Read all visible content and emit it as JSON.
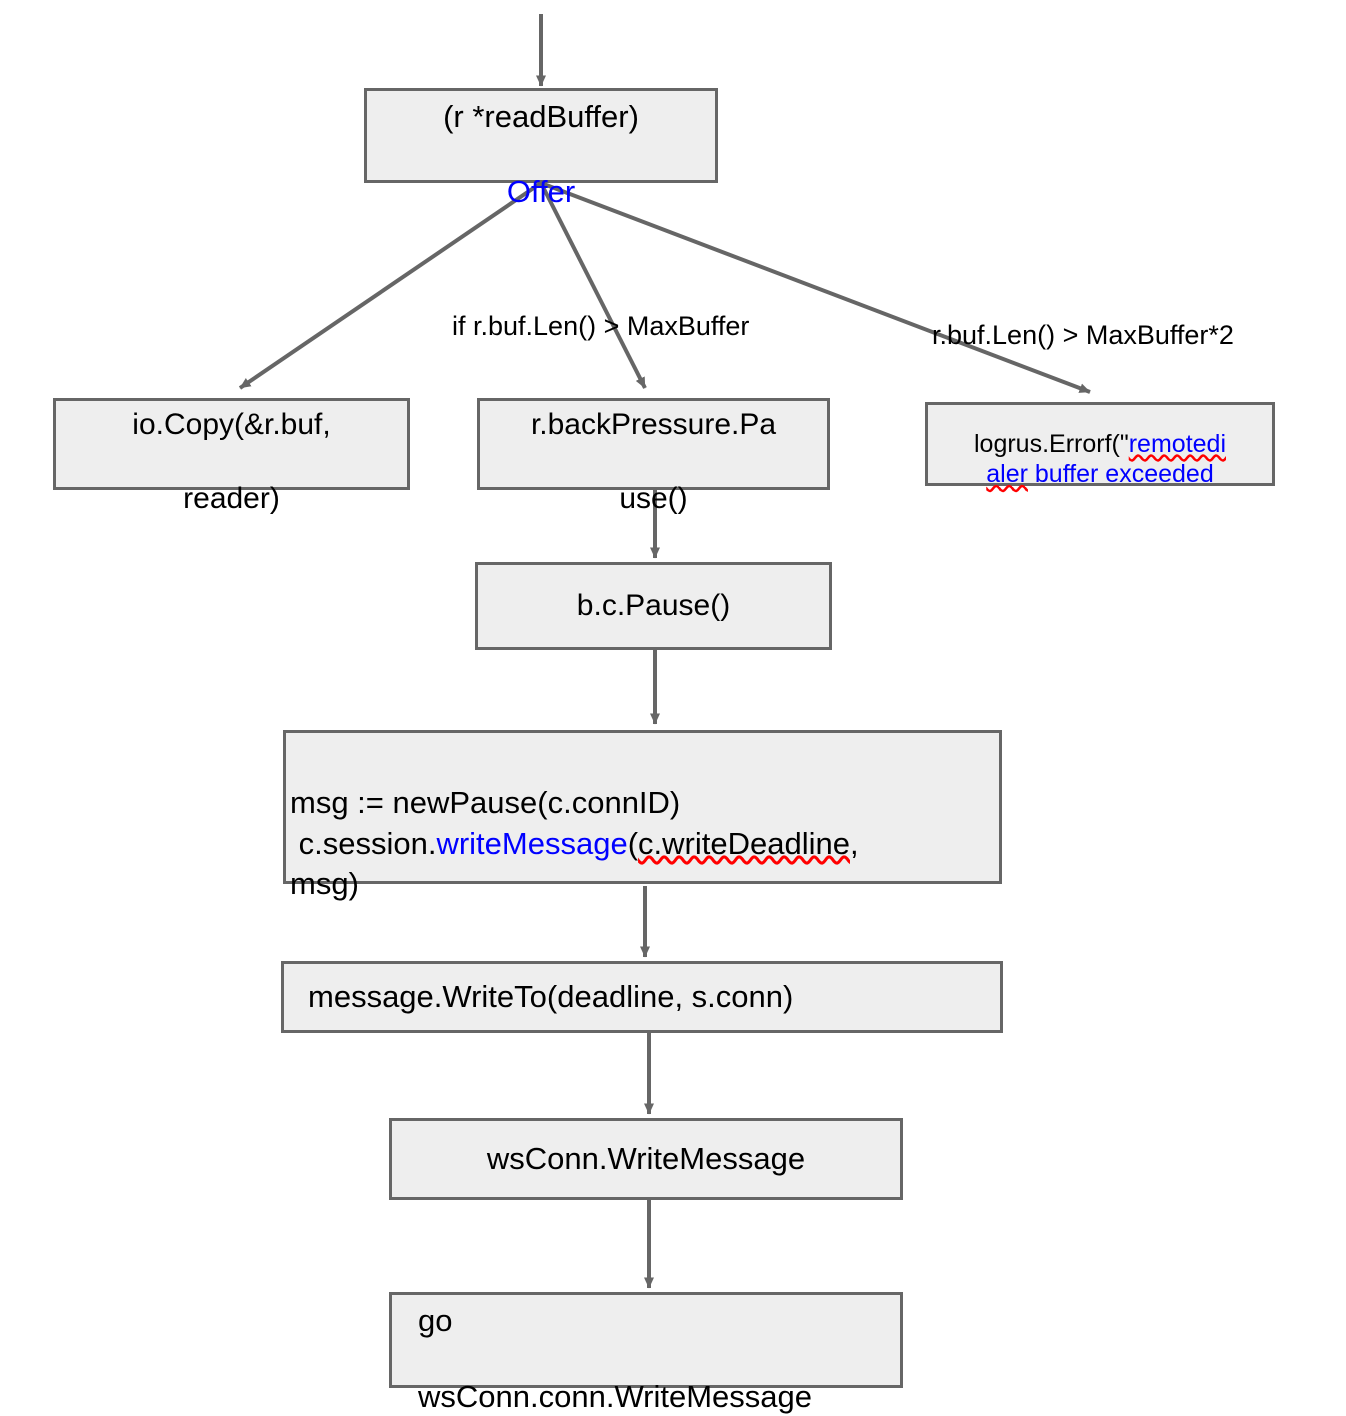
{
  "diagram": {
    "type": "flowchart",
    "title": "readBuffer Offer backpressure flow",
    "colors": {
      "node_fill": "#eeeeee",
      "node_border": "#666666",
      "edge_stroke": "#666666",
      "text": "#000000",
      "accent_blue": "#0000ff",
      "spellcheck_red": "#ff0000",
      "background": "#ffffff"
    },
    "nodes": [
      {
        "id": "offer",
        "name": "offer-node",
        "lines": [
          {
            "text": "(r *readBuffer)",
            "color": "black"
          },
          {
            "text": "Offer",
            "color": "blue"
          }
        ]
      },
      {
        "id": "iocopy",
        "name": "io-copy-node",
        "lines": [
          {
            "text": "io.Copy(&r.buf,",
            "color": "black"
          },
          {
            "text": "reader)",
            "color": "black"
          }
        ]
      },
      {
        "id": "backpressure",
        "name": "back-pressure-pause-node",
        "lines": [
          {
            "text": "r.backPressure.Pa",
            "color": "black"
          },
          {
            "text": "use()",
            "color": "black"
          }
        ]
      },
      {
        "id": "logrus",
        "name": "logrus-errorf-node",
        "lines": [
          {
            "text": "logrus.Errorf(\"remotedi",
            "color": "mixed"
          },
          {
            "text": "aler buffer exceeded",
            "color": "blue"
          }
        ],
        "segments": [
          {
            "text": "logrus.Errorf(\"",
            "color": "black",
            "squiggle": false
          },
          {
            "text": "remotedi",
            "color": "blue",
            "squiggle": true
          },
          {
            "text": "\n",
            "color": "black",
            "squiggle": false
          },
          {
            "text": "aler",
            "color": "blue",
            "squiggle": true
          },
          {
            "text": " buffer exceeded",
            "color": "blue",
            "squiggle": false
          }
        ]
      },
      {
        "id": "bcpause",
        "name": "b-c-pause-node",
        "lines": [
          {
            "text": "b.c.Pause()",
            "color": "black"
          }
        ]
      },
      {
        "id": "writemessage",
        "name": "write-message-node",
        "segments": [
          {
            "text": "msg := newPause(c.connID)",
            "color": "black",
            "squiggle": false
          },
          {
            "text": "\n c.session.",
            "color": "black",
            "squiggle": false
          },
          {
            "text": "writeMessage",
            "color": "blue",
            "squiggle": false
          },
          {
            "text": "(",
            "color": "black",
            "squiggle": false
          },
          {
            "text": "c.writeDeadline",
            "color": "black",
            "squiggle": true
          },
          {
            "text": ",\nmsg)",
            "color": "black",
            "squiggle": false
          }
        ]
      },
      {
        "id": "writeto",
        "name": "message-write-to-node",
        "lines": [
          {
            "text": "message.WriteTo(deadline, s.conn)",
            "color": "black"
          }
        ]
      },
      {
        "id": "wsconn",
        "name": "ws-conn-write-message-node",
        "lines": [
          {
            "text": "wsConn.WriteMessage",
            "color": "black"
          }
        ]
      },
      {
        "id": "gowsconn",
        "name": "go-ws-conn-conn-write-message-node",
        "lines": [
          {
            "text": "go",
            "color": "black"
          },
          {
            "text": "wsConn.conn.WriteMessage",
            "color": "black"
          }
        ]
      }
    ],
    "edge_labels": [
      {
        "id": "label-maxbuffer",
        "text": "if r.buf.Len() > MaxBuffer"
      },
      {
        "id": "label-maxbuffer2",
        "text": "r.buf.Len() > MaxBuffer*2"
      }
    ],
    "edges": [
      {
        "from": "entry",
        "to": "offer",
        "label": ""
      },
      {
        "from": "offer",
        "to": "iocopy",
        "label": ""
      },
      {
        "from": "offer",
        "to": "backpressure",
        "label": "if r.buf.Len() > MaxBuffer"
      },
      {
        "from": "offer",
        "to": "logrus",
        "label": "r.buf.Len() > MaxBuffer*2"
      },
      {
        "from": "backpressure",
        "to": "bcpause",
        "label": ""
      },
      {
        "from": "bcpause",
        "to": "writemessage",
        "label": ""
      },
      {
        "from": "writemessage",
        "to": "writeto",
        "label": ""
      },
      {
        "from": "writeto",
        "to": "wsconn",
        "label": ""
      },
      {
        "from": "wsconn",
        "to": "gowsconn",
        "label": ""
      }
    ]
  }
}
